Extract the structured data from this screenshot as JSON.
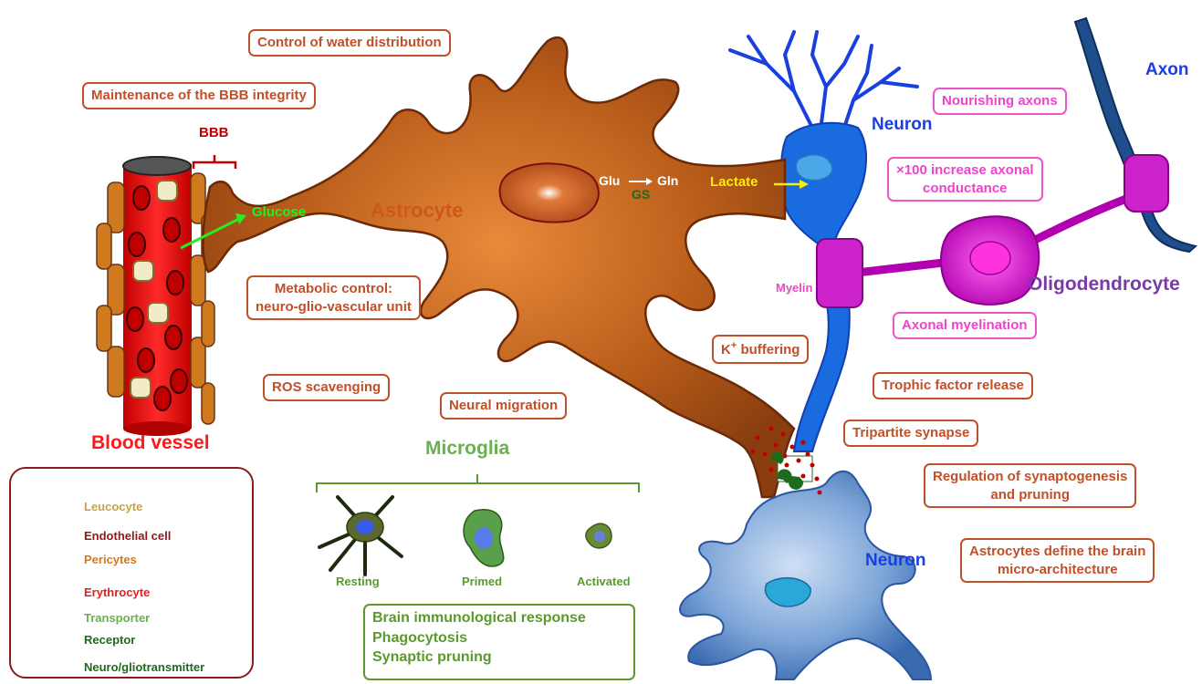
{
  "boxes": {
    "water": "Control of water distribution",
    "bbb_integrity": "Maintenance of the BBB integrity",
    "metabolic_line1": "Metabolic control:",
    "metabolic_line2": "neuro-glio-vascular unit",
    "ros": "ROS scavenging",
    "migration": "Neural migration",
    "k_buffer_k": "K",
    "k_buffer_sup": "+",
    "k_buffer_rest": " buffering",
    "trophic": "Trophic factor release",
    "tripartite": "Tripartite synapse",
    "synapto_line1": "Regulation of synaptogenesis",
    "synapto_line2": "and pruning",
    "architecture_line1": "Astrocytes define the brain",
    "architecture_line2": "micro-architecture",
    "nourishing": "Nourishing axons",
    "conductance_line1": "×100 increase axonal",
    "conductance_line2": "conductance",
    "myelination": "Axonal myelination"
  },
  "labels": {
    "bbb": "BBB",
    "glucose": "Glucose",
    "astrocyte": "Astrocyte",
    "glu": "Glu",
    "gln": "Gln",
    "gs": "GS",
    "lactate": "Lactate",
    "neuron_top": "Neuron",
    "neuron_bottom": "Neuron",
    "axon": "Axon",
    "myelin": "Myelin",
    "oligodendrocyte": "Oligodendrocyte",
    "blood_vessel": "Blood vessel",
    "microglia": "Microglia"
  },
  "microglia_states": [
    "Resting",
    "Primed",
    "Activated"
  ],
  "microglia_functions": [
    "Brain immunological response",
    "Phagocytosis",
    "Synaptic pruning"
  ],
  "legend": [
    {
      "icon": "leucocyte-icon",
      "label": "Leucocyte",
      "color": "#c8a24a"
    },
    {
      "icon": "endothelial-cell-icon",
      "label": "Endothelial cell",
      "color": "#8b1a1a"
    },
    {
      "icon": "pericyte-icon",
      "label": "Pericytes",
      "color": "#d07a20"
    },
    {
      "icon": "erythrocyte-icon",
      "label": "Erythrocyte",
      "color": "#e02020"
    },
    {
      "icon": "transporter-icon",
      "label": "Transporter",
      "color": "#6ab04c"
    },
    {
      "icon": "receptor-icon",
      "label": "Receptor",
      "color": "#1e6b1e"
    },
    {
      "icon": "neurotransmitter-icon",
      "label": "Neuro/gliotransmitter",
      "color": "#1e6b1e"
    }
  ],
  "colors": {
    "astrocyte": "#b85c1a",
    "neuron": "#1a6ae0",
    "oligodendrocyte": "#cc22cc",
    "vessel": "#ff1a1a",
    "box_border": "#c0502a",
    "microglia": "#5a9a2a"
  }
}
